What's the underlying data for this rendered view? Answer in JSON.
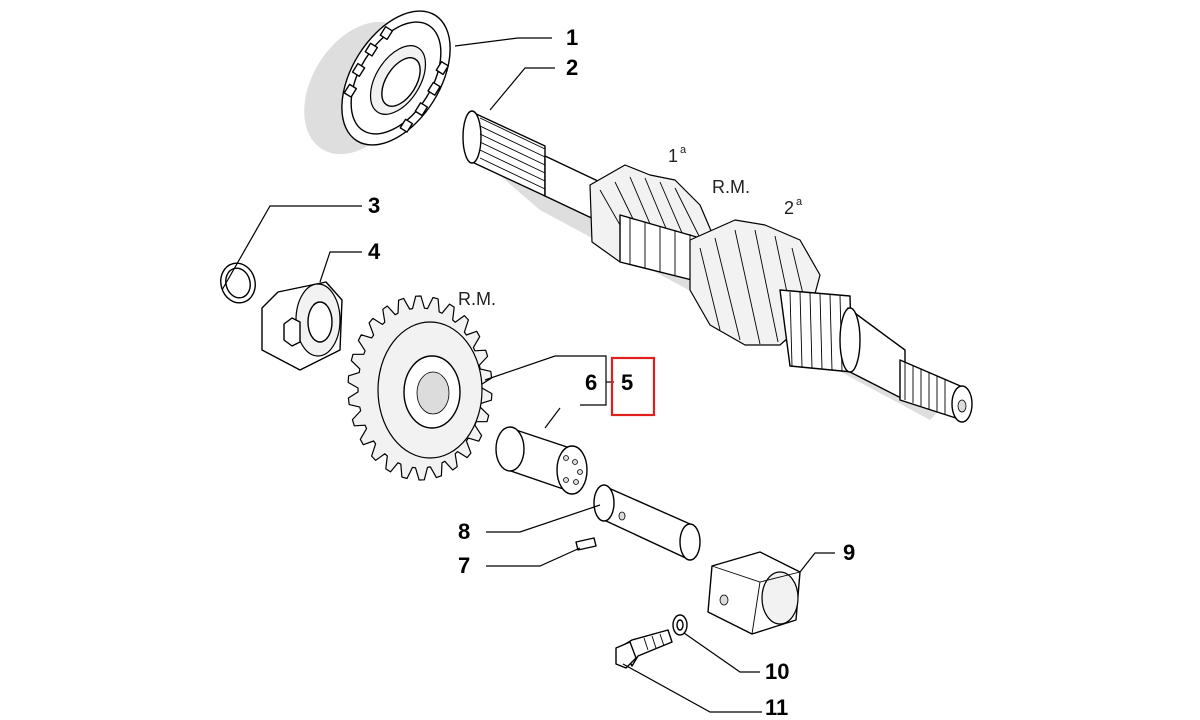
{
  "callouts": {
    "c1": "1",
    "c2": "2",
    "c3": "3",
    "c4": "4",
    "c5": "5",
    "c6": "6",
    "c7": "7",
    "c8": "8",
    "c9": "9",
    "c10": "10",
    "c11": "11"
  },
  "gear_labels": {
    "first": "1",
    "first_sup": "a",
    "rm_shaft": "R.M.",
    "second": "2",
    "second_sup": "a",
    "rm_gear": "R.M."
  },
  "highlight": {
    "color": "#e0201b"
  }
}
